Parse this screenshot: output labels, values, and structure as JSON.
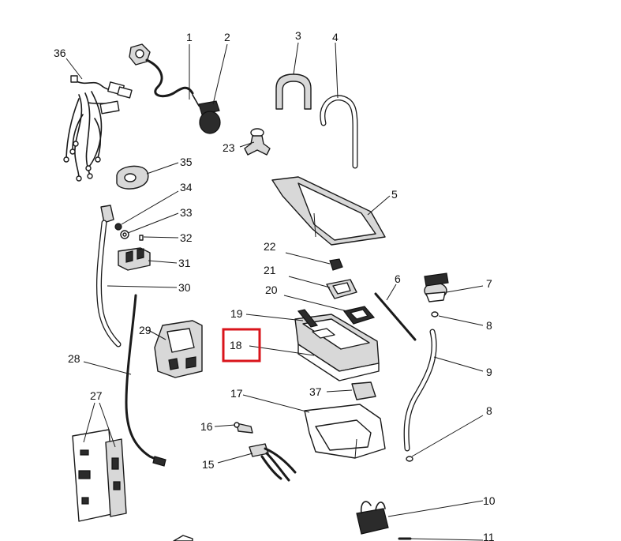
{
  "highlight_color": "#d9141b",
  "highlighted_part": "18",
  "labels": {
    "p1": "1",
    "p2": "2",
    "p3": "3",
    "p4": "4",
    "p5": "5",
    "p6": "6",
    "p7": "7",
    "p8a": "8",
    "p8b": "8",
    "p9": "9",
    "p10": "10",
    "p11": "11",
    "p15": "15",
    "p16": "16",
    "p17": "17",
    "p18": "18",
    "p19": "19",
    "p20": "20",
    "p21": "21",
    "p22": "22",
    "p23": "23",
    "p27": "27",
    "p28": "28",
    "p29": "29",
    "p30": "30",
    "p31": "31",
    "p32": "32",
    "p33": "33",
    "p34": "34",
    "p35": "35",
    "p36": "36",
    "p37": "37"
  }
}
